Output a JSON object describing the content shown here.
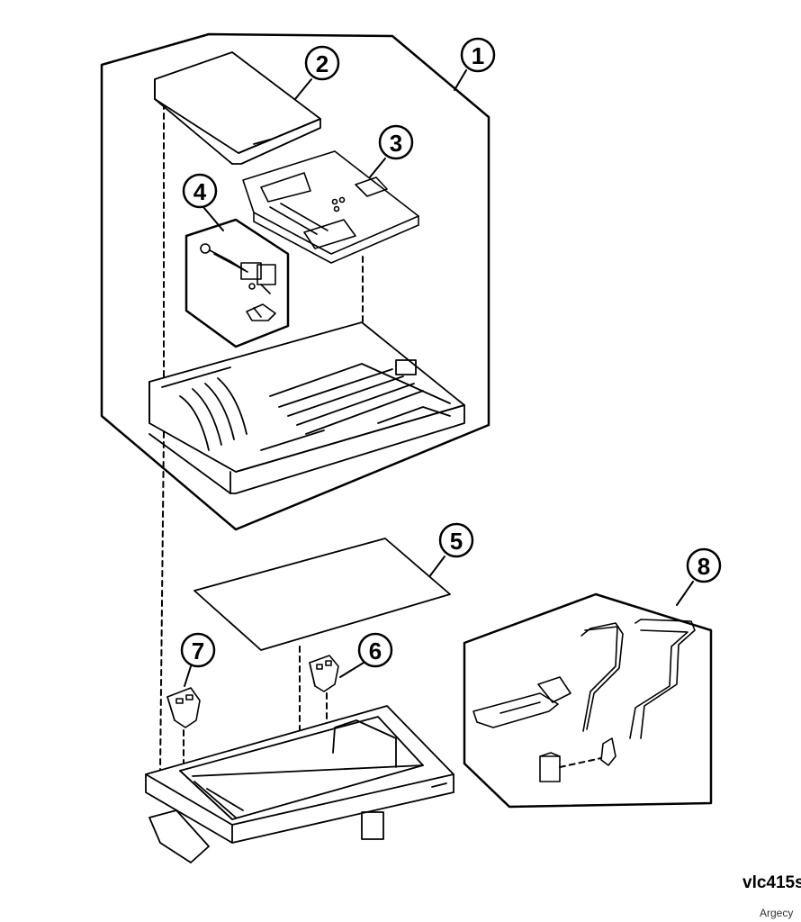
{
  "diagram": {
    "callouts": [
      {
        "id": "callout-1",
        "label": "1"
      },
      {
        "id": "callout-2",
        "label": "2"
      },
      {
        "id": "callout-3",
        "label": "3"
      },
      {
        "id": "callout-4",
        "label": "4"
      },
      {
        "id": "callout-5",
        "label": "5"
      },
      {
        "id": "callout-6",
        "label": "6"
      },
      {
        "id": "callout-7",
        "label": "7"
      },
      {
        "id": "callout-8",
        "label": "8"
      }
    ],
    "drawing_id": "vlc415s",
    "watermark": "Argecy"
  }
}
